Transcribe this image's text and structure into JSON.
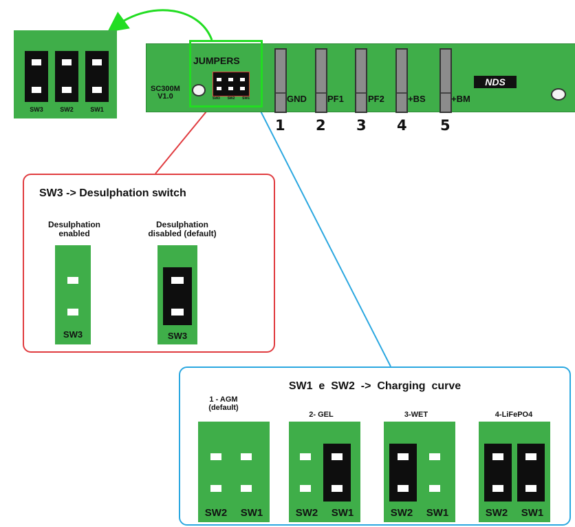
{
  "board": {
    "model_line1": "SC300M",
    "model_line2": "V1.0",
    "jumpers_title": "JUMPERS",
    "brand": "NDS",
    "jumper_pin_labels": [
      "SW3",
      "SW2",
      "SW1"
    ],
    "terminals": [
      {
        "label": "GND",
        "number": "1"
      },
      {
        "label": "PF1",
        "number": "2"
      },
      {
        "label": "PF2",
        "number": "3"
      },
      {
        "label": "+BS",
        "number": "4"
      },
      {
        "label": "+BM",
        "number": "5"
      }
    ]
  },
  "zoom": {
    "labels": [
      "SW3",
      "SW2",
      "SW1"
    ]
  },
  "desulphation": {
    "title": "SW3 -> Desulphation switch",
    "options": [
      {
        "label_line1": "Desulphation",
        "label_line2": "enabled",
        "switch": "SW3",
        "jumper_on": false
      },
      {
        "label_line1": "Desulphation",
        "label_line2": "disabled (default)",
        "switch": "SW3",
        "jumper_on": true
      }
    ]
  },
  "charging": {
    "title": "SW1  e  SW2  ->  Charging  curve",
    "options": [
      {
        "label_line1": "1 - AGM",
        "label_line2": "(default)",
        "sw2_on": false,
        "sw1_on": false
      },
      {
        "label_line1": "2- GEL",
        "label_line2": "",
        "sw2_on": false,
        "sw1_on": true
      },
      {
        "label_line1": "3-WET",
        "label_line2": "",
        "sw2_on": true,
        "sw1_on": false
      },
      {
        "label_line1": "4-LiFePO4",
        "label_line2": "",
        "sw2_on": true,
        "sw1_on": true
      }
    ],
    "sw2_label": "SW2",
    "sw1_label": "SW1"
  },
  "colors": {
    "pcb_green": "#3fae49",
    "callout_green": "#22dd22",
    "callout_red": "#e03a3e",
    "callout_blue": "#2aa7e0"
  }
}
